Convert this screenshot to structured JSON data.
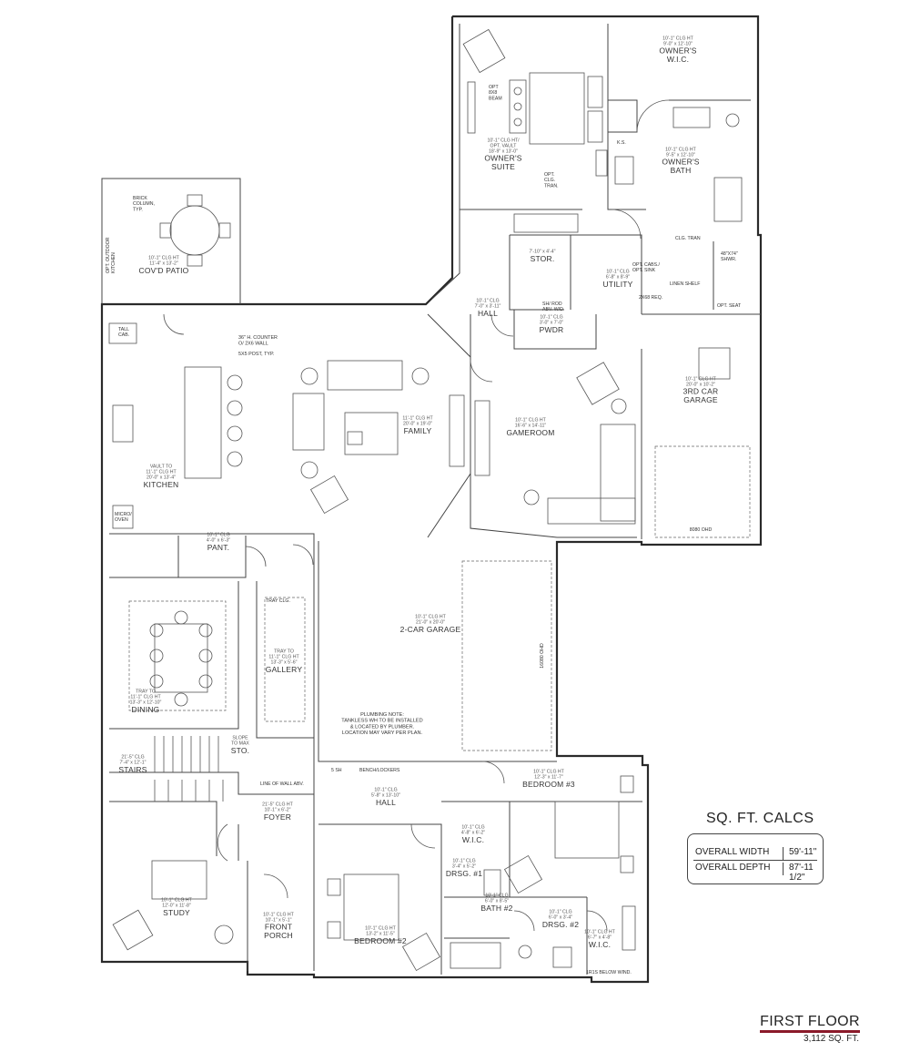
{
  "rooms": [
    {
      "name": "OWNER'S\nSUITE",
      "note": "10'-1\" CLG HT/\nOPT. VAULT\n18'-9\" x 13'-0\""
    },
    {
      "name": "OWNER'S\nW.I.C.",
      "note": "10'-1\" CLG HT\n9'-0\" x 12'-10\""
    },
    {
      "name": "OWNER'S\nBATH",
      "note": "10'-1\" CLG HT\n9'-5\" x 12'-10\""
    },
    {
      "name": "COV'D PATIO",
      "note": "10'-1\" CLG HT\n11'-4\" x 13'-2\""
    },
    {
      "name": "STOR.",
      "note": "7'-10\" x 4'-4\""
    },
    {
      "name": "UTILITY",
      "note": "10'-1\" CLG\n6'-8\" x 8'-9\""
    },
    {
      "name": "HALL",
      "note": "10'-1\" CLG\n7'-0\" x 3'-11\""
    },
    {
      "name": "PWDR",
      "note": "10'-1\" CLG\n3'-0\" x 7'-0\""
    },
    {
      "name": "FAMILY",
      "note": "11'-1\" CLG HT\n20'-0\" x 19'-0\""
    },
    {
      "name": "GAMEROOM",
      "note": "10'-1\" CLG HT\n16'-6\" x 14'-11\""
    },
    {
      "name": "3RD CAR\nGARAGE",
      "note": "10'-1\" CLG HT\n20'-0\" x 10'-2\""
    },
    {
      "name": "KITCHEN",
      "note": "VAULT TO\n11'-1\" CLG HT\n20'-0\" x 13'-4\""
    },
    {
      "name": "PANT.",
      "note": "10'-1\" CLG\n4'-0\" x 6'-3\""
    },
    {
      "name": "2-CAR GARAGE",
      "note": "10'-1\" CLG HT\n21'-0\" x 20'-0\""
    },
    {
      "name": "GALLERY",
      "note": "TRAY TO\n11'-1\" CLG HT\n13'-3\" x 5'-6\""
    },
    {
      "name": "DINING",
      "note": "TRAY TO\n11'-1\" CLG HT\n13'-3\" x 12'-10\""
    },
    {
      "name": "STAIRS",
      "note": "21'-5\" CLG\n7'-4\" x 12'-1\""
    },
    {
      "name": "STO.",
      "note": "SLOPE\nTO MAX"
    },
    {
      "name": "FOYER",
      "note": "21'-5\" CLG HT\n10'-1\" x 6'-2\""
    },
    {
      "name": "HALL",
      "note": "10'-1\" CLG\n5'-8\" x 13'-10\""
    },
    {
      "name": "BEDROOM #3",
      "note": "10'-1\" CLG HT\n12'-3\" x 11'-7\""
    },
    {
      "name": "STUDY",
      "note": "10'-1\" CLG HT\n12'-0\" x 11'-8\""
    },
    {
      "name": "FRONT\nPORCH",
      "note": "10'-1\" CLG HT\n10'-1\" x 5'-1\""
    },
    {
      "name": "BEDROOM #2",
      "note": "10'-1\" CLG HT\n13'-2\" x 11'-5\""
    },
    {
      "name": "DRSG. #1",
      "note": "10'-1\" CLG\n3'-4\" x 5'-2\""
    },
    {
      "name": "BATH #2",
      "note": "10'-1\" CLG\n6'-0\" x 8'-5\""
    },
    {
      "name": "DRSG. #2",
      "note": "10'-1\" CLG\n6'-0\" x 3'-4\""
    },
    {
      "name": "W.I.C.",
      "note": "10'-1\" CLG HT\n6'-7\" x 4'-8\""
    },
    {
      "name": "W.I.C.",
      "note": "10'-1\" CLG\n4'-8\" x 6'-2\""
    }
  ],
  "notes": [
    "PLUMBING NOTE:\nTANKLESS WH TO BE INSTALLED\n& LOCATED BY PLUMBER.\nLOCATION MAY VARY PER PLAN.",
    "36\" H. COUNTER\nO/ 2X6 WALL",
    "5X5 POST, TYP.",
    "BRICK\nCOLUMN,\nTYP.",
    "OPT. OUTDOOR\nKITCHEN",
    "16080 OHD",
    "8080 OHD",
    "LINE OF WALL ABV.",
    "BENCH/LOCKERS",
    "1R1S BELOW WIND.",
    "LINEN SHELF",
    "OPT. SEAT",
    "48\"X74\"\nSHWR.",
    "CLG. TRAN",
    "OPT. CABS./\nOPT. SINK",
    "SH/ ROD\nABV. W/D",
    "TALL\nCAB.",
    "MICRO/\nOVEN",
    "TRAY CLG.",
    "OPT\n8X8\nBEAM",
    "K.S.",
    "5 SH",
    "2X68 REQ.",
    "OPT.\nCLG.\nTRAN."
  ],
  "sqft_calcs": {
    "title": "SQ. FT. CALCS",
    "overall_width_label": "OVERALL WIDTH",
    "overall_width_value": "59'-11\"",
    "overall_depth_label": "OVERALL DEPTH",
    "overall_depth_value": "87'-11 1/2\""
  },
  "floor": {
    "title": "FIRST FLOOR",
    "sqft": "3,112 SQ. FT."
  }
}
